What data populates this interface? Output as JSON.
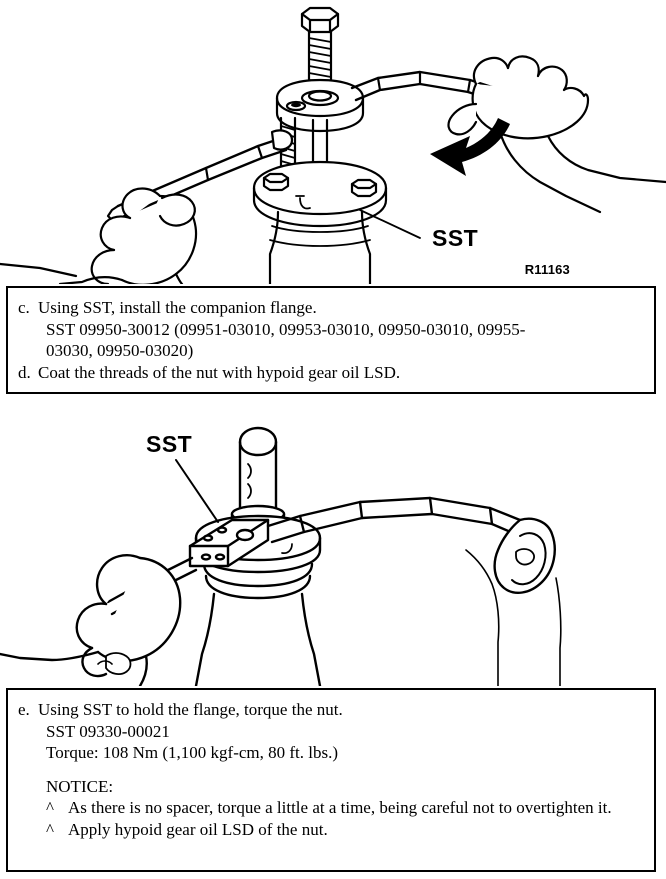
{
  "page": {
    "figure_code": "R11163"
  },
  "figures": {
    "top": {
      "caption_label": "SST",
      "alt": "companion flange installation using SST puller with two hands turning the bar"
    },
    "bottom": {
      "caption_label": "SST",
      "alt": "flange holding tool SST 09330-00021 held by hand while torquing the nut"
    }
  },
  "instructions_1": {
    "steps": [
      {
        "marker": "c.",
        "text": "Using SST, install the companion flange.",
        "sub_lines": [
          "SST 09950-30012 (09951-03010, 09953-03010, 09950-03010, 09955-",
          "03030, 09950-03020)"
        ]
      },
      {
        "marker": "d.",
        "text": "Coat the threads of the nut with hypoid gear oil LSD.",
        "sub_lines": []
      }
    ]
  },
  "instructions_2": {
    "steps": [
      {
        "marker": "e.",
        "text": "Using SST to hold the flange, torque the nut.",
        "sub_lines": [
          "SST 09330-00021",
          "Torque: 108 Nm (1,100 kgf-cm, 80 ft. lbs.)"
        ]
      }
    ],
    "notice": {
      "heading": "NOTICE:",
      "bullet_glyph": "^",
      "items": [
        "As there is no spacer, torque a little at a time, being careful not to overtighten it.",
        "Apply hypoid gear oil LSD of the nut."
      ]
    }
  }
}
